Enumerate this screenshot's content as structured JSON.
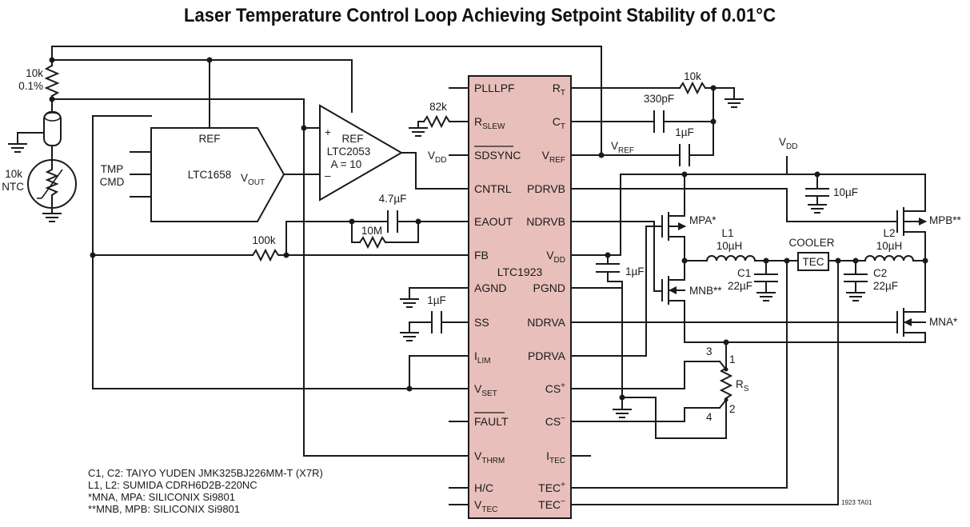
{
  "title": "Laser Temperature Control Loop Achieving Setpoint Stability of 0.01°C",
  "ic_main": {
    "name": "LTC1923",
    "left_pins": [
      "PLLLPF",
      "R_SLEW",
      "SDSYNC",
      "CNTRL",
      "EAOUT",
      "FB",
      "AGND",
      "SS",
      "I_LIM",
      "V_SET",
      "FAULT",
      "V_THRM",
      "H/C",
      "V_TEC"
    ],
    "right_pins": [
      "R_T",
      "C_T",
      "V_REF",
      "PDRVB",
      "NDRVB",
      "V_DD",
      "PGND",
      "NDRVA",
      "PDRVA",
      "CS+",
      "CS−",
      "I_TEC",
      "TEC+",
      "TEC−"
    ],
    "fill_color": "#e8bfbb"
  },
  "ic_ltc1658": {
    "name": "LTC1658",
    "ref": "REF",
    "vout": "V",
    "vout_sub": "OUT",
    "input_labels": [
      "TMP",
      "CMD"
    ]
  },
  "ic_amp": {
    "name": "LTC2053",
    "ref": "REF",
    "gain": "A = 10",
    "plus": "+",
    "minus": "–"
  },
  "components": {
    "r_top": "10k",
    "r_top_tol": "0.1%",
    "ntc": "10k",
    "ntc_type": "NTC",
    "r_slew": "82k",
    "r_rt": "10k",
    "c_ct": "330pF",
    "c_vref": "1µF",
    "c_eaout": "4.7µF",
    "r_eaout": "10M",
    "r_fb": "100k",
    "c_ss": "1µF",
    "c_vdd": "1µF",
    "c_vdd_top": "10µF",
    "vdd_label": "V",
    "vdd_sub": "DD",
    "vref_label": "V",
    "vref_sub": "REF",
    "l1": "L1",
    "l1_val": "10µH",
    "l2": "L2",
    "l2_val": "10µH",
    "c1": "C1",
    "c1_val": "22µF",
    "c2": "C2",
    "c2_val": "22µF",
    "cooler": "COOLER",
    "tec": "TEC",
    "mpa": "MPA*",
    "mnb": "MNB**",
    "mpb": "MPB**",
    "mna": "MNA*",
    "rs": "R",
    "rs_sub": "S",
    "rs_pins": [
      "3",
      "1",
      "4",
      "2"
    ]
  },
  "notes": [
    "C1, C2: TAIYO YUDEN JMK325BJ226MM-T (X7R)",
    "L1, L2: SUMIDA CDRH6D2B-220NC",
    "*MNA, MPA: SILICONIX Si9801",
    "**MNB, MPB: SILICONIX Si9801"
  ],
  "figure_id": "1923 TA01"
}
